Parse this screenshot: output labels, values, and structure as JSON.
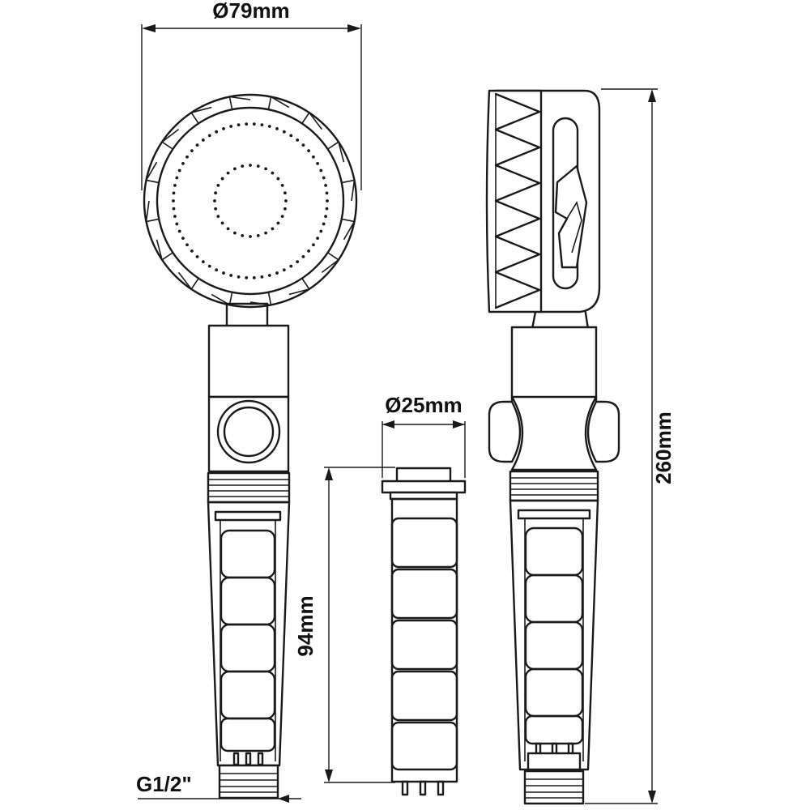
{
  "dimensions": {
    "head_diameter": "Ø79mm",
    "filter_diameter": "Ø25mm",
    "filter_length": "94mm",
    "total_length": "260mm",
    "thread": "G1/2\""
  }
}
